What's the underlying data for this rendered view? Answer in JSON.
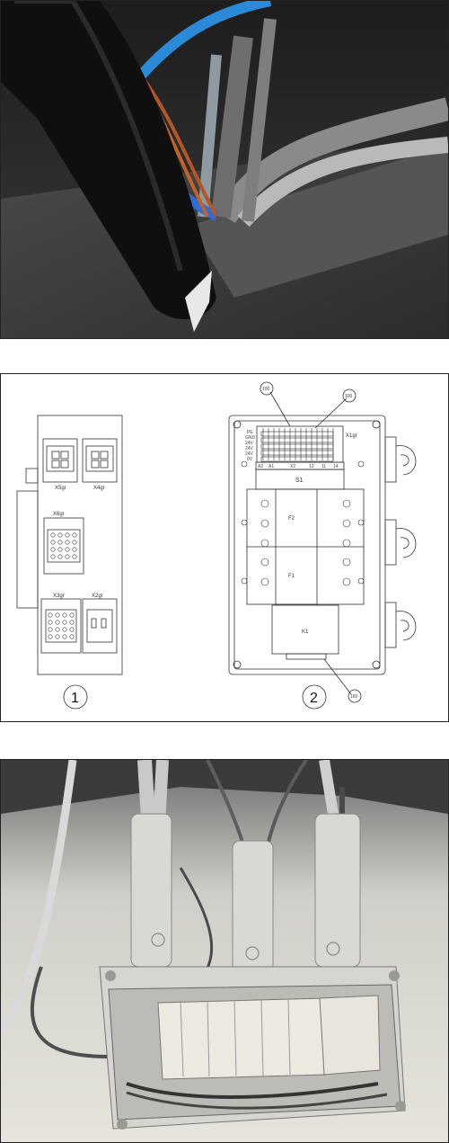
{
  "figure": {
    "detail_photo": {
      "description_name": "cable-routing-photo"
    },
    "drawing": {
      "view1": {
        "marker": "1",
        "connectors": [
          "X5gr",
          "X4gr",
          "X6gr",
          "X3gr",
          "X2gr"
        ]
      },
      "view2": {
        "marker": "2",
        "terminal_block": "X1gr",
        "terminal_labels": [
          "PE",
          "GND",
          "24V",
          "24V",
          "24V",
          "0V"
        ],
        "terminal_bottom_labels": [
          "A2",
          "A1",
          "X2",
          "12",
          "11",
          "14"
        ],
        "switch": "S1",
        "fuse_upper": "F2",
        "fuse_lower": "F1",
        "relay": "K1",
        "callouts": [
          "100",
          "100",
          "160"
        ]
      }
    },
    "assembly_photo": {
      "description_name": "junction-box-photo"
    }
  }
}
